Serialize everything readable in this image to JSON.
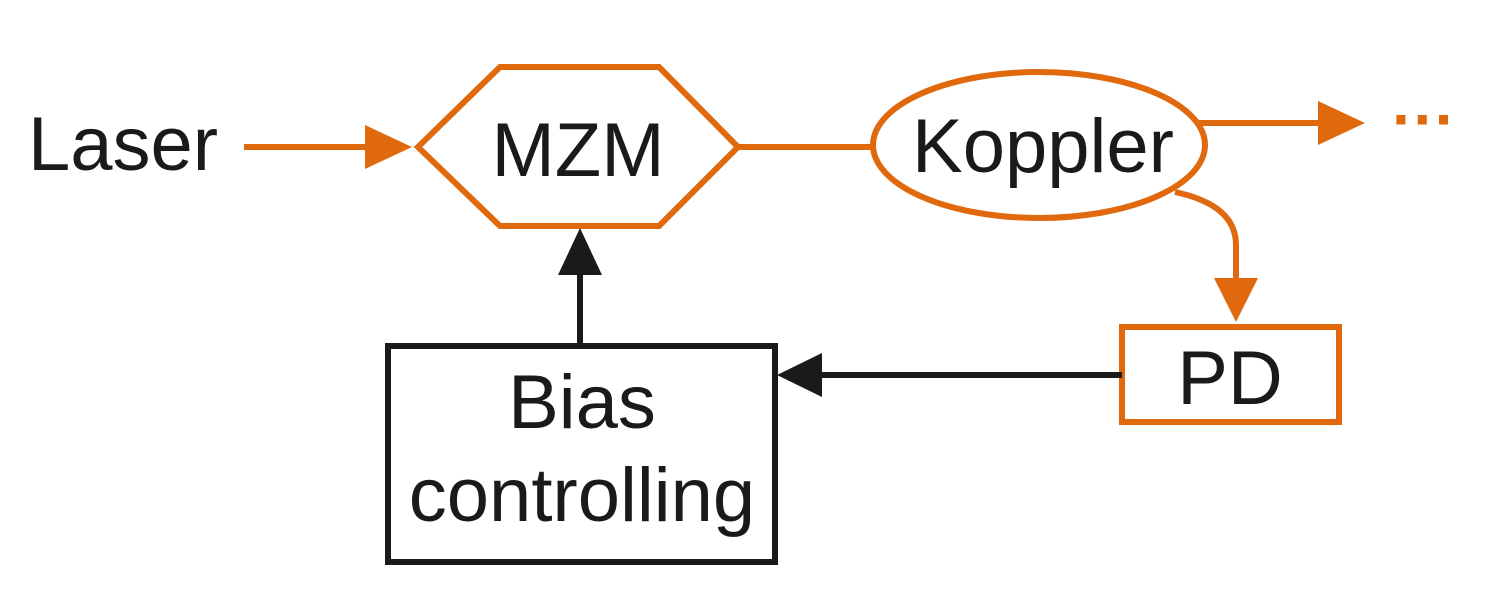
{
  "nodes": {
    "laser": {
      "label": "Laser"
    },
    "mzm": {
      "label": "MZM"
    },
    "koppler": {
      "label": "Koppler"
    },
    "pd": {
      "label": "PD"
    },
    "bias": {
      "line1": "Bias",
      "line2": "controlling"
    }
  },
  "output": {
    "label": "···"
  },
  "colors": {
    "optical": "#e0690e",
    "electrical": "#1a1a1a",
    "text": "#1a1a1a",
    "background": "#ffffff"
  }
}
